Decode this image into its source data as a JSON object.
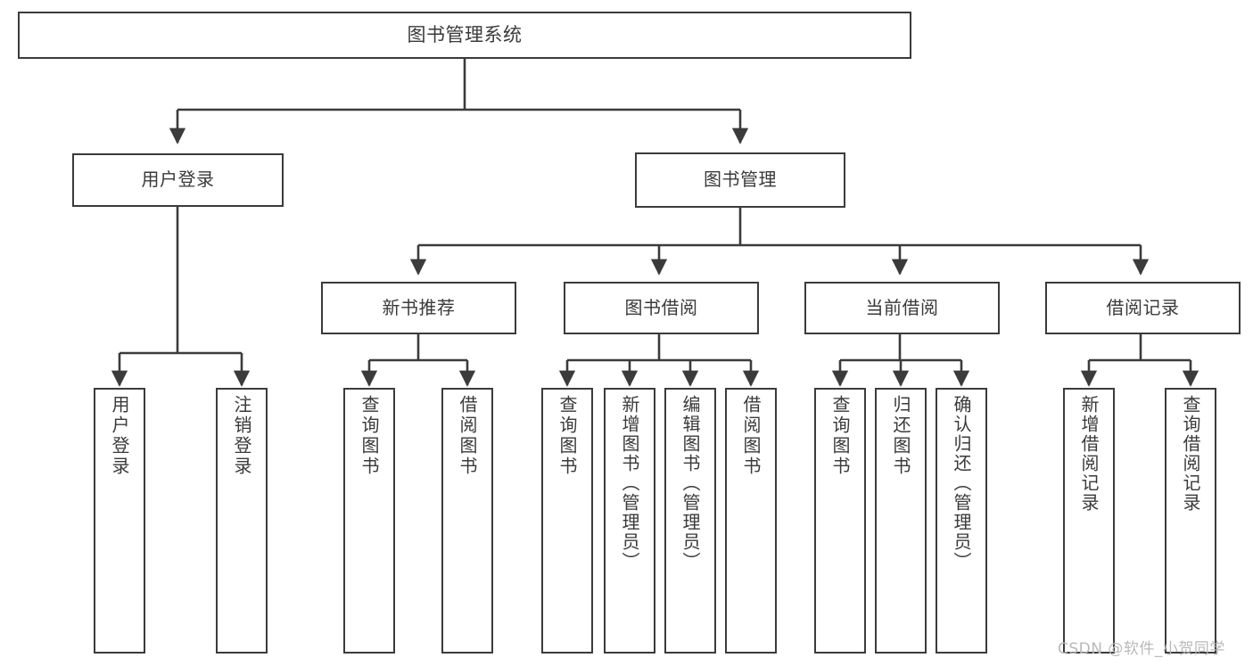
{
  "diagram": {
    "type": "hierarchy-tree",
    "title": "图书管理系统",
    "watermark": "CSDN @软件_小贺同学",
    "colors": {
      "box_border": "#3b3b3b",
      "box_fill": "#ffffff",
      "text": "#3a3a3a",
      "edge": "#3b3b3b",
      "watermark": "#b9b9b9",
      "background": "#ffffff"
    },
    "nodes": {
      "root": {
        "label": "图书管理系统",
        "level": 1
      },
      "user_login": {
        "label": "用户登录",
        "level": 2
      },
      "book_manage": {
        "label": "图书管理",
        "level": 2
      },
      "new_book_rec": {
        "label": "新书推荐",
        "level": 3
      },
      "book_borrow": {
        "label": "图书借阅",
        "level": 3
      },
      "current_borrow": {
        "label": "当前借阅",
        "level": 3
      },
      "borrow_record": {
        "label": "借阅记录",
        "level": 3
      },
      "leaf_user_login": {
        "label": "用户登录",
        "level": 4
      },
      "leaf_logout": {
        "label": "注销登录",
        "level": 4
      },
      "leaf_query_book_1": {
        "label": "查询图书",
        "level": 4
      },
      "leaf_borrow_book_1": {
        "label": "借阅图书",
        "level": 4
      },
      "leaf_query_book_2": {
        "label": "查询图书",
        "level": 4
      },
      "leaf_add_book": {
        "label": "新增图书（管理员）",
        "level": 4
      },
      "leaf_edit_book": {
        "label": "编辑图书（管理员）",
        "level": 4
      },
      "leaf_borrow_book_2": {
        "label": "借阅图书",
        "level": 4
      },
      "leaf_query_book_3": {
        "label": "查询图书",
        "level": 4
      },
      "leaf_return_book": {
        "label": "归还图书",
        "level": 4
      },
      "leaf_confirm_return": {
        "label": "确认归还（管理员）",
        "level": 4
      },
      "leaf_add_record": {
        "label": "新增借阅记录",
        "level": 4
      },
      "leaf_query_record": {
        "label": "查询借阅记录",
        "level": 4
      }
    }
  }
}
